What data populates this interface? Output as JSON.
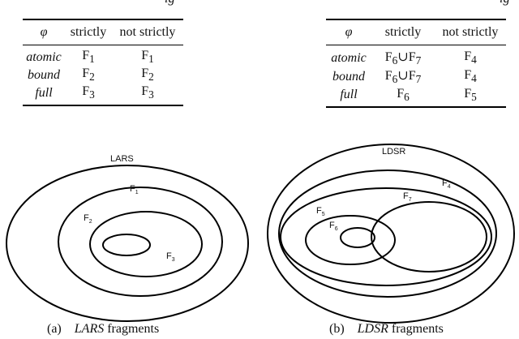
{
  "top_fragment": {
    "left": "ig",
    "right": "ig"
  },
  "table_a": {
    "header": [
      "φ",
      "strictly",
      "not strictly"
    ],
    "rows": [
      {
        "phi": "atomic",
        "strict_base": "F",
        "strict_sub": "1",
        "nonstrict_base": "F",
        "nonstrict_sub": "1"
      },
      {
        "phi": "bound",
        "strict_base": "F",
        "strict_sub": "2",
        "nonstrict_base": "F",
        "nonstrict_sub": "2"
      },
      {
        "phi": "full",
        "strict_base": "F",
        "strict_sub": "3",
        "nonstrict_base": "F",
        "nonstrict_sub": "3"
      }
    ]
  },
  "table_b": {
    "header": [
      "φ",
      "strictly",
      "not strictly"
    ],
    "rows": [
      {
        "phi": "atomic",
        "strict": "F6∪F7",
        "nonstrict_base": "F",
        "nonstrict_sub": "4"
      },
      {
        "phi": "bound",
        "strict": "F6∪F7",
        "nonstrict_base": "F",
        "nonstrict_sub": "4"
      },
      {
        "phi": "full",
        "strict_base": "F",
        "strict_sub": "6",
        "nonstrict_base": "F",
        "nonstrict_sub": "5"
      }
    ]
  },
  "diagram_a": {
    "title": "LARS",
    "labels": {
      "f1": "F1",
      "f2": "F2",
      "f3": "F3"
    }
  },
  "diagram_b": {
    "title": "LDSR",
    "labels": {
      "f4": "F4",
      "f5": "F5",
      "f6": "F6",
      "f7": "F7"
    }
  },
  "captions": {
    "a": {
      "tag": "(a)",
      "name": "LARS",
      "rest": " fragments"
    },
    "b": {
      "tag": "(b)",
      "name": "LDSR",
      "rest": " fragments"
    }
  }
}
